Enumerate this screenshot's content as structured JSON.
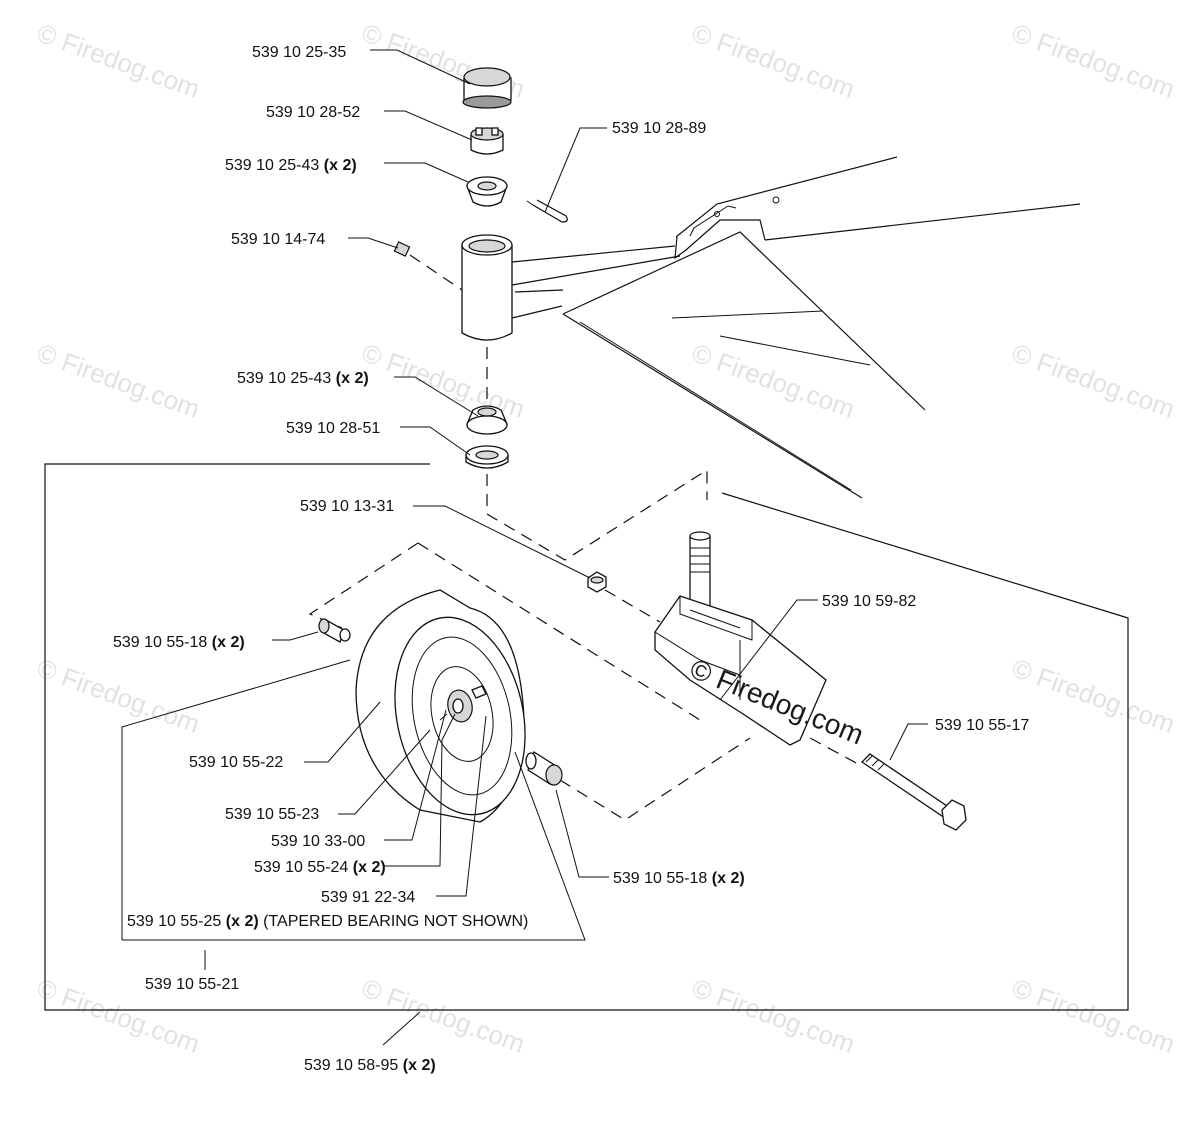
{
  "labels": {
    "hub_cap": "539 10 25-35",
    "castle_nut": "539 10 28-52",
    "cotter_pin": "539 10 28-89",
    "bearing_upper": "539 10 25-43",
    "grease_fitting": "539 10 14-74",
    "bearing_lower": "539 10 25-43",
    "race": "539 10 28-51",
    "lock_nut": "539 10 13-31",
    "yoke": "539 10 59-82",
    "spacer_left": "539 10 55-18",
    "bolt": "539 10 55-17",
    "tire": "539 10 55-22",
    "rim": "539 10 55-23",
    "valve": "539 10 33-00",
    "bushing": "539 10 55-24",
    "hub_bearing": "539 91 22-34",
    "spacer_right": "539 10 55-18",
    "bearing_note": "539 10 55-25",
    "bearing_note_text": "(TAPERED BEARING NOT SHOWN)",
    "wheel_assembly": "539 10 55-21",
    "caster_assembly": "539 10 58-95"
  },
  "quantity": "(x 2)",
  "watermark": "© Firedog.com",
  "colors": {
    "line": "#111111",
    "watermark": "#c9c9c9",
    "shade": "#d7d7d7"
  }
}
